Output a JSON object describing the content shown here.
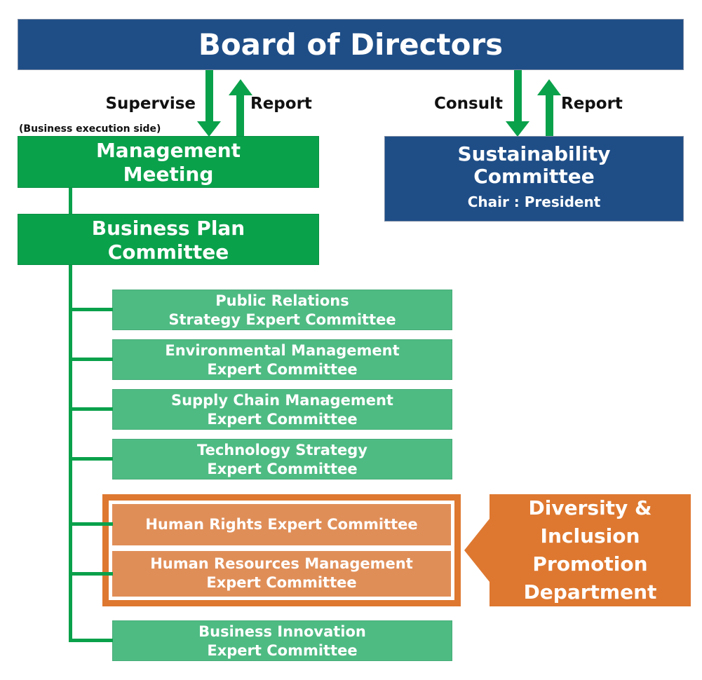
{
  "colors": {
    "navy": "#1F4E87",
    "green": "#0AA14B",
    "light_green": "#4EBB83",
    "orange": "#DE7830",
    "light_orange": "#E08E58",
    "label_text": "#111111",
    "box_text": "#FFFFFF"
  },
  "header": {
    "title": "Board of Directors"
  },
  "flows": {
    "left": {
      "down_label": "Supervise",
      "up_label": "Report"
    },
    "right": {
      "down_label": "Consult",
      "up_label": "Report"
    }
  },
  "side_note": "(Business execution side)",
  "management_meeting": {
    "line1": "Management",
    "line2": "Meeting"
  },
  "sustainability": {
    "line1": "Sustainability",
    "line2": "Committee",
    "chair": "Chair : President"
  },
  "business_plan": {
    "line1": "Business Plan",
    "line2": "Committee"
  },
  "expert_committees": [
    {
      "line1": "Public Relations",
      "line2": "Strategy Expert Committee"
    },
    {
      "line1": "Environmental Management",
      "line2": "Expert Committee"
    },
    {
      "line1": "Supply Chain Management",
      "line2": "Expert Committee"
    },
    {
      "line1": "Technology Strategy",
      "line2": "Expert Committee"
    }
  ],
  "highlighted_committees": [
    {
      "line1": "Human Rights Expert Committee",
      "line2": ""
    },
    {
      "line1": "Human Resources Management",
      "line2": "Expert Committee"
    }
  ],
  "bottom_committee": {
    "line1": "Business Innovation",
    "line2": "Expert Committee"
  },
  "callout": {
    "line1": "Diversity &",
    "line2": "Inclusion",
    "line3": "Promotion",
    "line4": "Department"
  }
}
